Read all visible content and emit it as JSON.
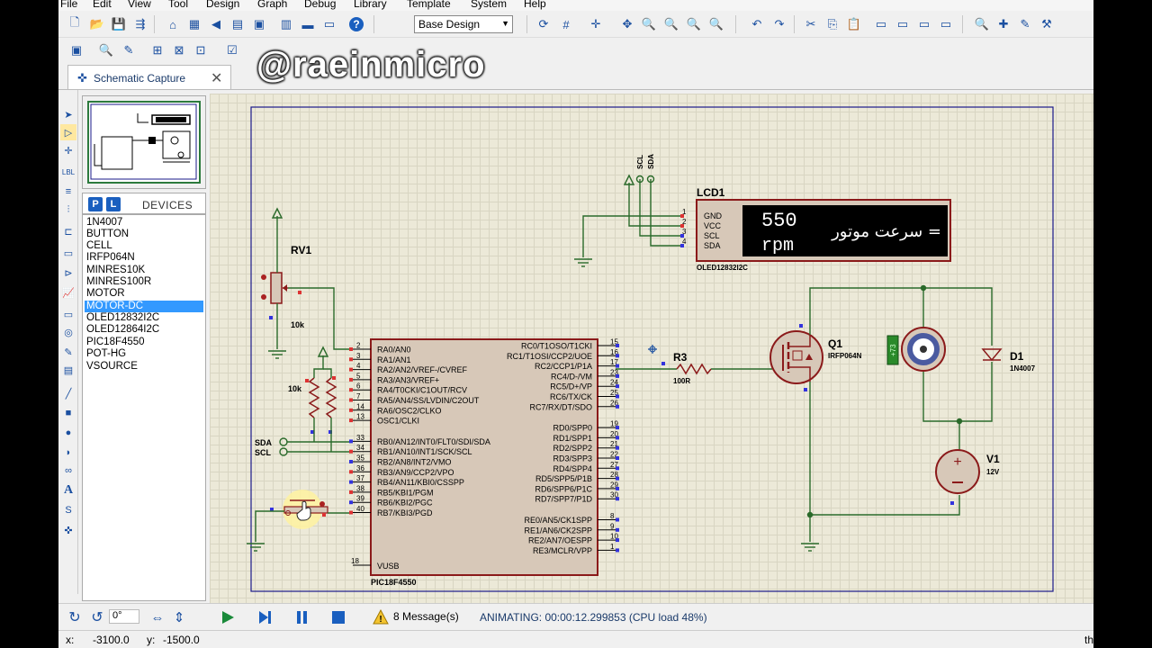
{
  "menu": [
    "File",
    "Edit",
    "View",
    "Tool",
    "Design",
    "Graph",
    "Debug",
    "Library",
    "Template",
    "System",
    "Help"
  ],
  "toolbar": {
    "design_select": "Base Design"
  },
  "tab": {
    "label": "Schematic Capture",
    "close": "✕"
  },
  "watermark": "@raeinmicro",
  "devices": {
    "p_label": "P",
    "l_label": "L",
    "title": "DEVICES",
    "items": [
      "1N4007",
      "BUTTON",
      "CELL",
      "IRFP064N",
      "MINRES10K",
      "MINRES100R",
      "MOTOR",
      "MOTOR-DC",
      "OLED12832I2C",
      "OLED12864I2C",
      "PIC18F4550",
      "POT-HG",
      "VSOURCE"
    ],
    "selected": "MOTOR-DC"
  },
  "schematic": {
    "lcd": {
      "ref": "LCD1",
      "part": "OLED12832I2C",
      "pins": [
        "GND",
        "VCC",
        "SCL",
        "SDA"
      ],
      "pin_numbers": [
        "1",
        "2",
        "3",
        "4"
      ],
      "display_line1": "550",
      "display_line2": "rpm",
      "display_rtl": "سرعت موتور ="
    },
    "bus_labels": [
      "SCL",
      "SDA"
    ],
    "rv1": {
      "ref": "RV1",
      "value": "10k"
    },
    "pullup": {
      "value": "10k"
    },
    "net_labels": {
      "sda": "SDA",
      "scl": "SCL"
    },
    "mcu": {
      "part": "PIC18F4550",
      "left_pins": [
        {
          "num": "2",
          "name": "RA0/AN0"
        },
        {
          "num": "3",
          "name": "RA1/AN1"
        },
        {
          "num": "4",
          "name": "RA2/AN2/VREF-/CVREF"
        },
        {
          "num": "5",
          "name": "RA3/AN3/VREF+"
        },
        {
          "num": "6",
          "name": "RA4/T0CKI/C1OUT/RCV"
        },
        {
          "num": "7",
          "name": "RA5/AN4/SS/LVDIN/C2OUT"
        },
        {
          "num": "14",
          "name": "RA6/OSC2/CLKO"
        },
        {
          "num": "13",
          "name": "OSC1/CLKI"
        },
        {
          "num": "33",
          "name": "RB0/AN12/INT0/FLT0/SDI/SDA"
        },
        {
          "num": "34",
          "name": "RB1/AN10/INT1/SCK/SCL"
        },
        {
          "num": "35",
          "name": "RB2/AN8/INT2/VMO"
        },
        {
          "num": "36",
          "name": "RB3/AN9/CCP2/VPO"
        },
        {
          "num": "37",
          "name": "RB4/AN11/KBI0/CSSPP"
        },
        {
          "num": "38",
          "name": "RB5/KBI1/PGM"
        },
        {
          "num": "39",
          "name": "RB6/KBI2/PGC"
        },
        {
          "num": "40",
          "name": "RB7/KBI3/PGD"
        }
      ],
      "right_pins": [
        {
          "num": "15",
          "name": "RC0/T1OSO/T1CKI"
        },
        {
          "num": "16",
          "name": "RC1/T1OSI/CCP2/UOE"
        },
        {
          "num": "17",
          "name": "RC2/CCP1/P1A"
        },
        {
          "num": "23",
          "name": "RC4/D-/VM"
        },
        {
          "num": "24",
          "name": "RC5/D+/VP"
        },
        {
          "num": "25",
          "name": "RC6/TX/CK"
        },
        {
          "num": "26",
          "name": "RC7/RX/DT/SDO"
        },
        {
          "num": "19",
          "name": "RD0/SPP0"
        },
        {
          "num": "20",
          "name": "RD1/SPP1"
        },
        {
          "num": "21",
          "name": "RD2/SPP2"
        },
        {
          "num": "22",
          "name": "RD3/SPP3"
        },
        {
          "num": "27",
          "name": "RD4/SPP4"
        },
        {
          "num": "28",
          "name": "RD5/SPP5/P1B"
        },
        {
          "num": "29",
          "name": "RD6/SPP6/P1C"
        },
        {
          "num": "30",
          "name": "RD7/SPP7/P1D"
        },
        {
          "num": "8",
          "name": "RE0/AN5/CK1SPP"
        },
        {
          "num": "9",
          "name": "RE1/AN6/CK2SPP"
        },
        {
          "num": "10",
          "name": "RE2/AN7/OESPP"
        },
        {
          "num": "1",
          "name": "RE3/MCLR/VPP"
        }
      ],
      "vusb": {
        "num": "18",
        "name": "VUSB"
      }
    },
    "r3": {
      "ref": "R3",
      "value": "100R"
    },
    "q1": {
      "ref": "Q1",
      "part": "IRFP064N"
    },
    "d1": {
      "ref": "D1",
      "part": "1N4007"
    },
    "v1": {
      "ref": "V1",
      "value": "12V"
    },
    "motor_indicator": "+73"
  },
  "bottom": {
    "rotation": "0°",
    "messages": "8 Message(s)",
    "status": "ANIMATING: 00:00:12.299853 (CPU load 48%)"
  },
  "statusbar": {
    "x_label": "x:",
    "x": "-3100.0",
    "y_label": "y:",
    "y": "-1500.0",
    "right": "th"
  },
  "colors": {
    "wire": "#2a6a2a",
    "part": "#8b1a1a",
    "part_fill": "#d7c8b8",
    "selection": "#3399ff",
    "grid_bg": "#ece9d8",
    "sheet_border": "#1a1a8a"
  }
}
